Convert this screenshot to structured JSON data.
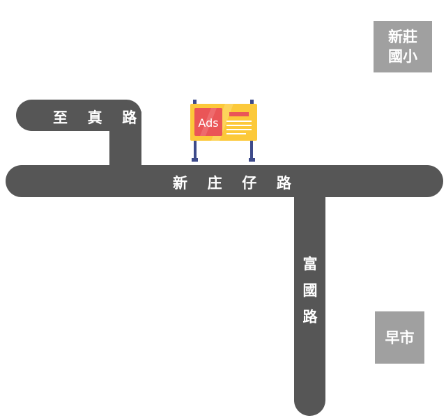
{
  "colors": {
    "road": "#565656",
    "place_box": "#a0a0a0",
    "ad_board": "#fcc93a",
    "ad_panel": "#ea5557",
    "ad_post": "#3d4a8a"
  },
  "roads": {
    "main": {
      "label_chars": [
        "新",
        "庄",
        "仔",
        "路"
      ]
    },
    "zhizhen": {
      "label_chars": [
        "至",
        "真",
        "路"
      ]
    },
    "fuguo": {
      "label_chars": [
        "富",
        "國",
        "路"
      ]
    }
  },
  "places": {
    "school": {
      "line1": "新莊",
      "line2": "國小"
    },
    "market": {
      "label": "早市"
    }
  },
  "billboard": {
    "text": "Ads",
    "icon": "billboard-icon"
  }
}
